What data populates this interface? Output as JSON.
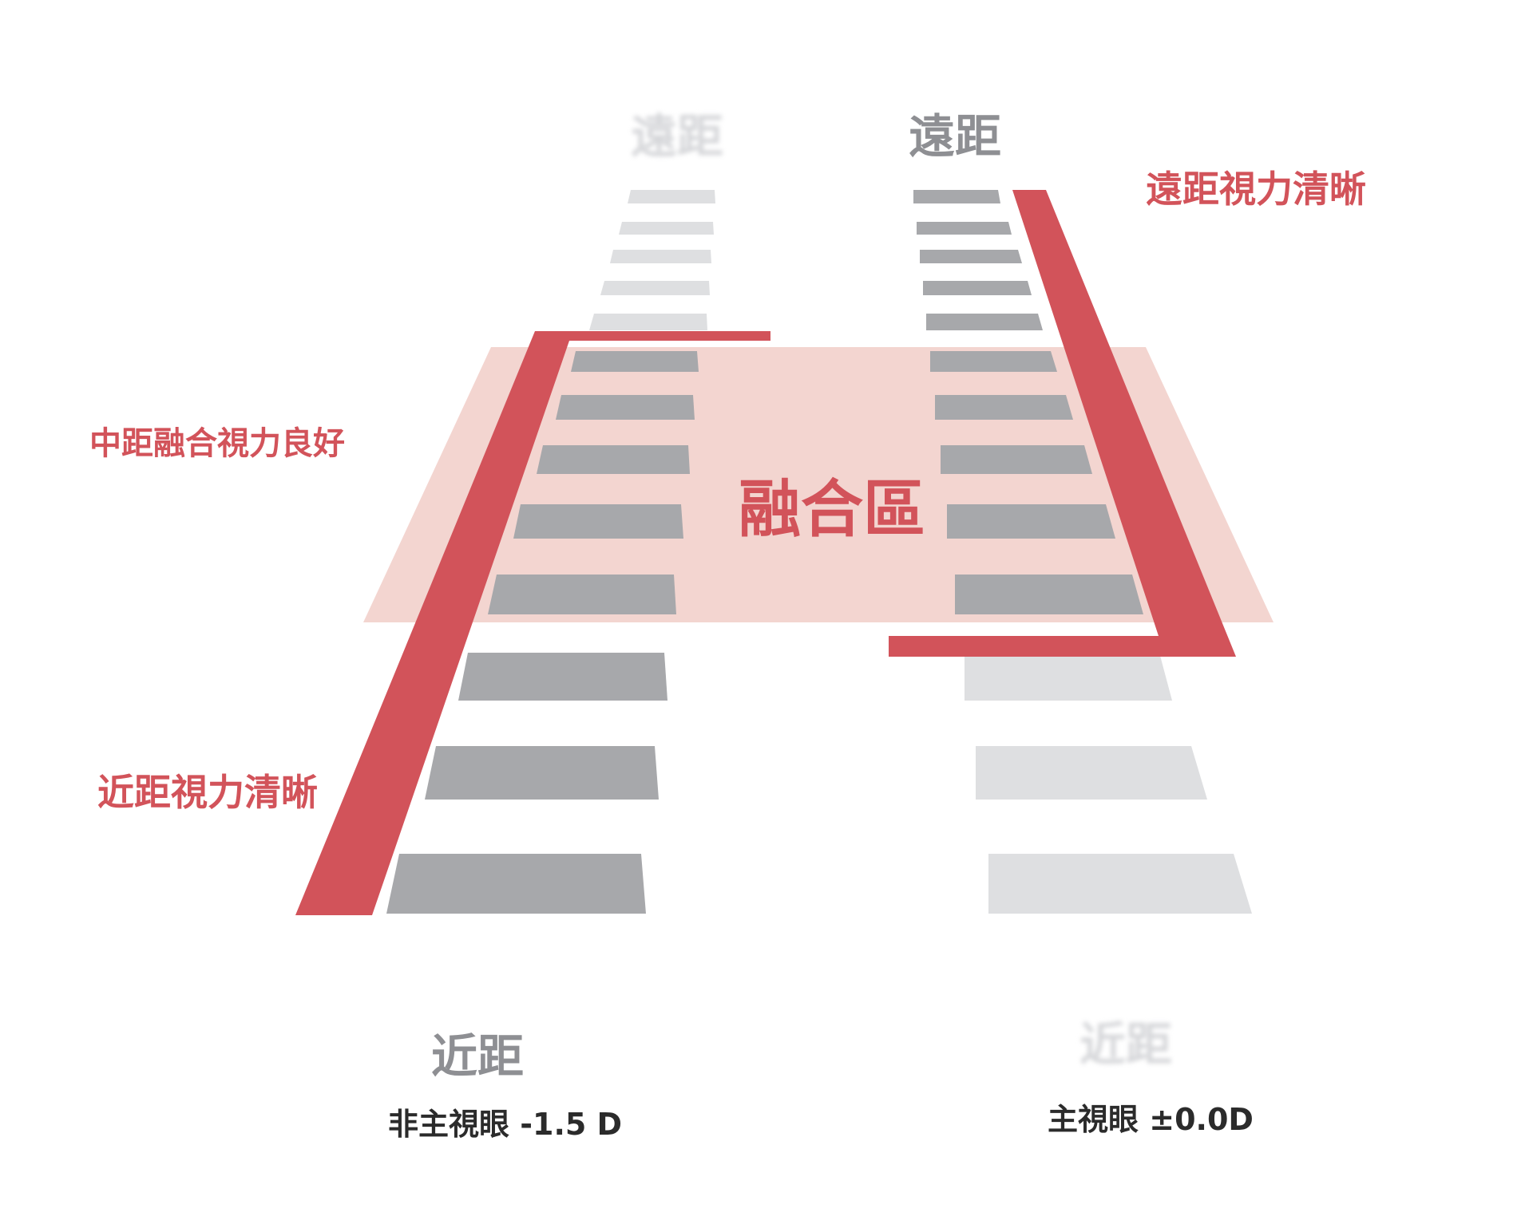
{
  "colors": {
    "red": "#d2535a",
    "fusion_fill": "#f3d5d0",
    "bar_dark": "#a7a8ab",
    "bar_light": "#dedfe1"
  },
  "labels": {
    "left_far": "遠距",
    "right_far": "遠距",
    "left_near": "近距",
    "right_near": "近距",
    "far_clear": "遠距視力清晰",
    "mid_fusion": "中距融合視力良好",
    "near_clear": "近距視力清晰",
    "fusion_zone": "融合區",
    "left_eye": "非主視眼 -1.5 D",
    "right_eye": "主視眼 ±0.0D"
  }
}
